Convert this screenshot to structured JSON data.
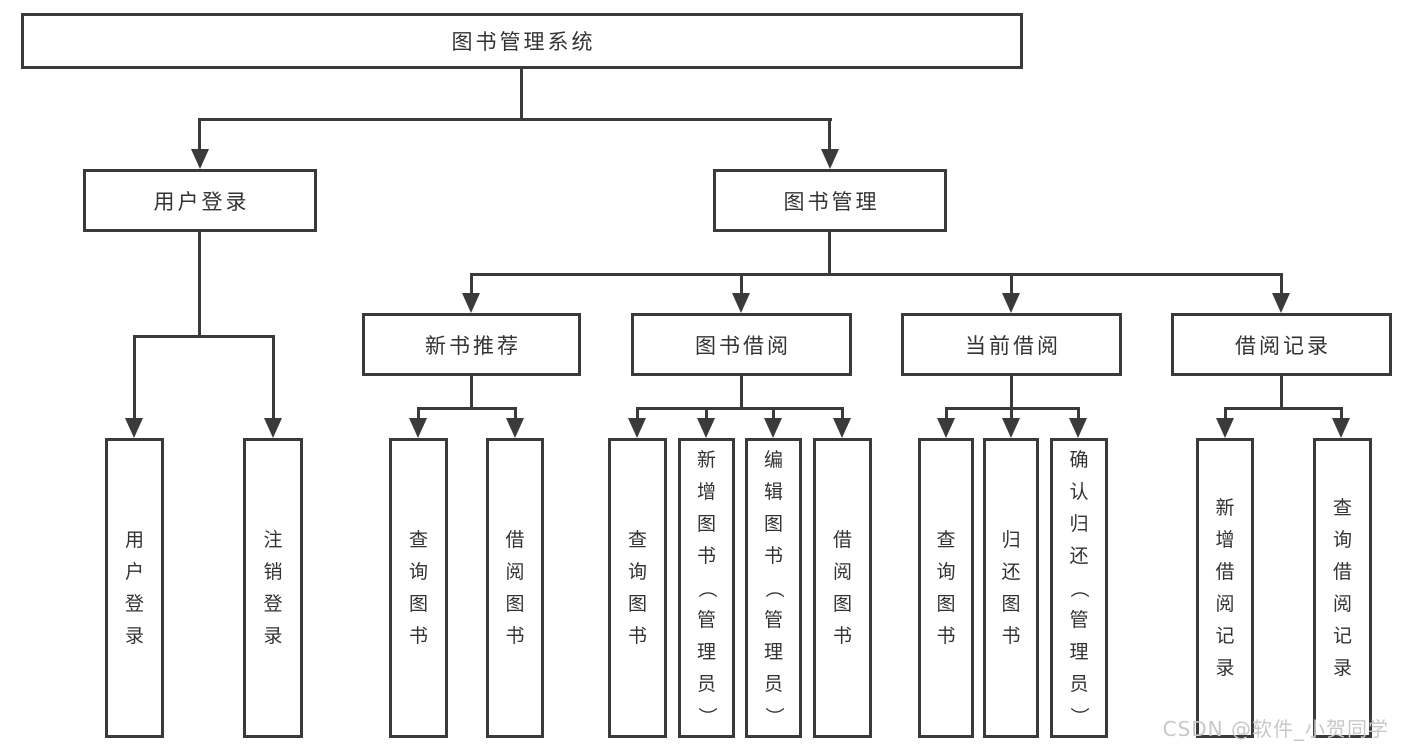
{
  "diagram": {
    "type": "hierarchy-tree",
    "title": "图书管理系统",
    "colors": {
      "background": "#ffffff",
      "line": "#3a3a3a",
      "box_border": "#3a3a3a",
      "box_fill": "#ffffff",
      "text": "#333333",
      "watermark": "#c8c8c8"
    },
    "tree": {
      "label": "图书管理系统",
      "children": [
        {
          "label": "用户登录",
          "children": [
            {
              "label": "用户登录"
            },
            {
              "label": "注销登录"
            }
          ]
        },
        {
          "label": "图书管理",
          "children": [
            {
              "label": "新书推荐",
              "children": [
                {
                  "label": "查询图书"
                },
                {
                  "label": "借阅图书"
                }
              ]
            },
            {
              "label": "图书借阅",
              "children": [
                {
                  "label": "查询图书"
                },
                {
                  "label": "新增图书（管理员）"
                },
                {
                  "label": "编辑图书（管理员）"
                },
                {
                  "label": "借阅图书"
                }
              ]
            },
            {
              "label": "当前借阅",
              "children": [
                {
                  "label": "查询图书"
                },
                {
                  "label": "归还图书"
                },
                {
                  "label": "确认归还（管理员）"
                }
              ]
            },
            {
              "label": "借阅记录",
              "children": [
                {
                  "label": "新增借阅记录"
                },
                {
                  "label": "查询借阅记录"
                }
              ]
            }
          ]
        }
      ]
    }
  },
  "watermark": {
    "text": "CSDN @软件_小贺同学"
  }
}
